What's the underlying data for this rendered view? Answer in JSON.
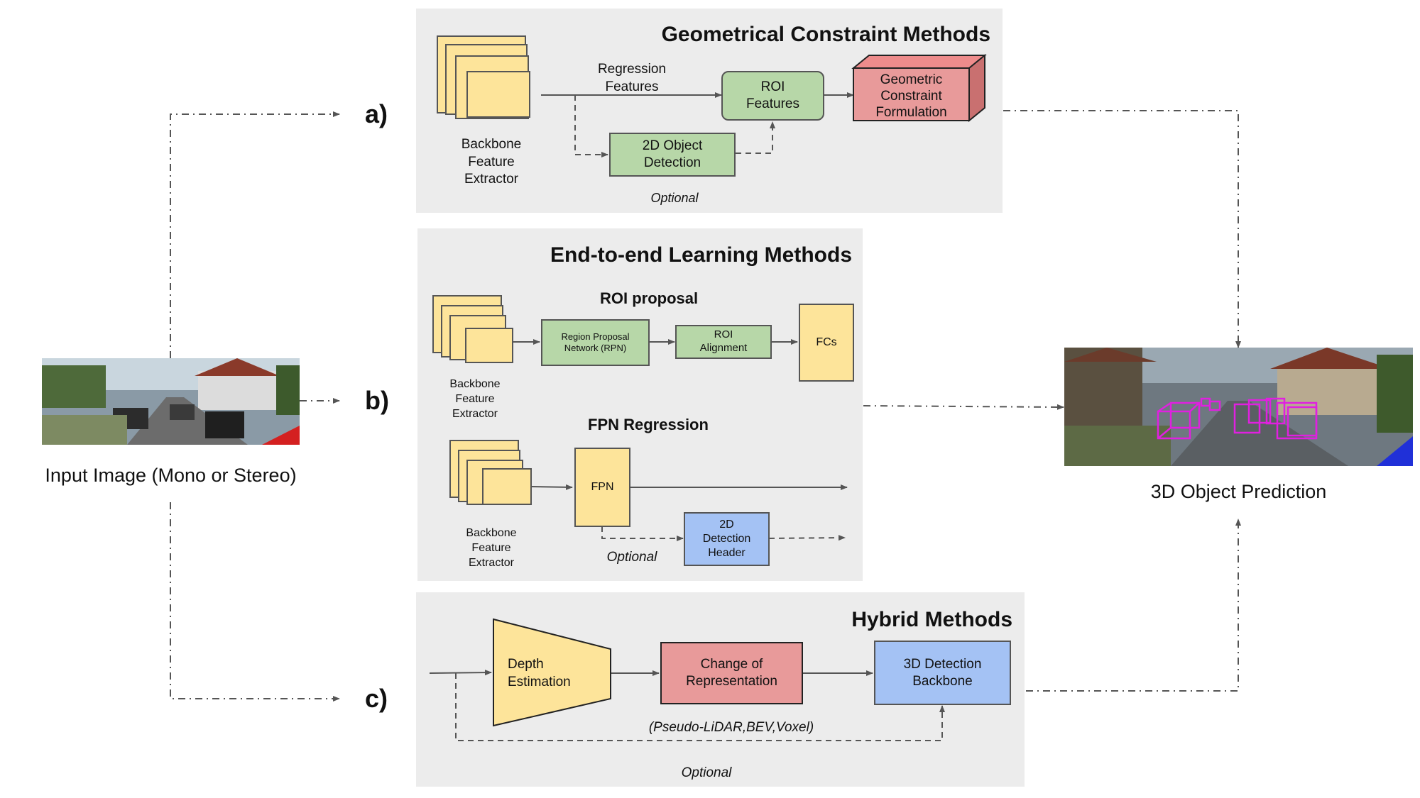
{
  "input": {
    "caption": "Input Image (Mono or Stereo)"
  },
  "output": {
    "caption": "3D Object Prediction"
  },
  "letters": {
    "a": "a)",
    "b": "b)",
    "c": "c)"
  },
  "panel_a": {
    "title": "Geometrical Constraint Methods",
    "regression_features": "Regression\nFeatures",
    "backbone": "Backbone\nFeature\nExtractor",
    "roi_features": "ROI\nFeatures",
    "geo": "Geometric\nConstraint\nFormulation",
    "det2d": "2D Object\nDetection",
    "optional": "Optional"
  },
  "panel_b": {
    "title": "End-to-end Learning Methods",
    "roi_proposal": "ROI proposal",
    "rpn": "Region Proposal\nNetwork (RPN)",
    "roi_align": "ROI\nAlignment",
    "fcs": "FCs",
    "backbone1": "Backbone\nFeature\nExtractor",
    "fpn_regression": "FPN Regression",
    "fpn": "FPN",
    "det_header": "2D\nDetection\nHeader",
    "backbone2": "Backbone\nFeature\nExtractor",
    "optional": "Optional"
  },
  "panel_c": {
    "title": "Hybrid Methods",
    "depth": "Depth\nEstimation",
    "change": "Change of\nRepresentation",
    "det3d": "3D Detection\nBackbone",
    "pseudo": "(Pseudo-LiDAR,BEV,Voxel)",
    "optional": "Optional"
  },
  "colors": {
    "green": "#b7d7a8",
    "yellow": "#fde49a",
    "red": "#e89a9a",
    "blue": "#a4c2f4",
    "magenta": "#e020e0"
  }
}
